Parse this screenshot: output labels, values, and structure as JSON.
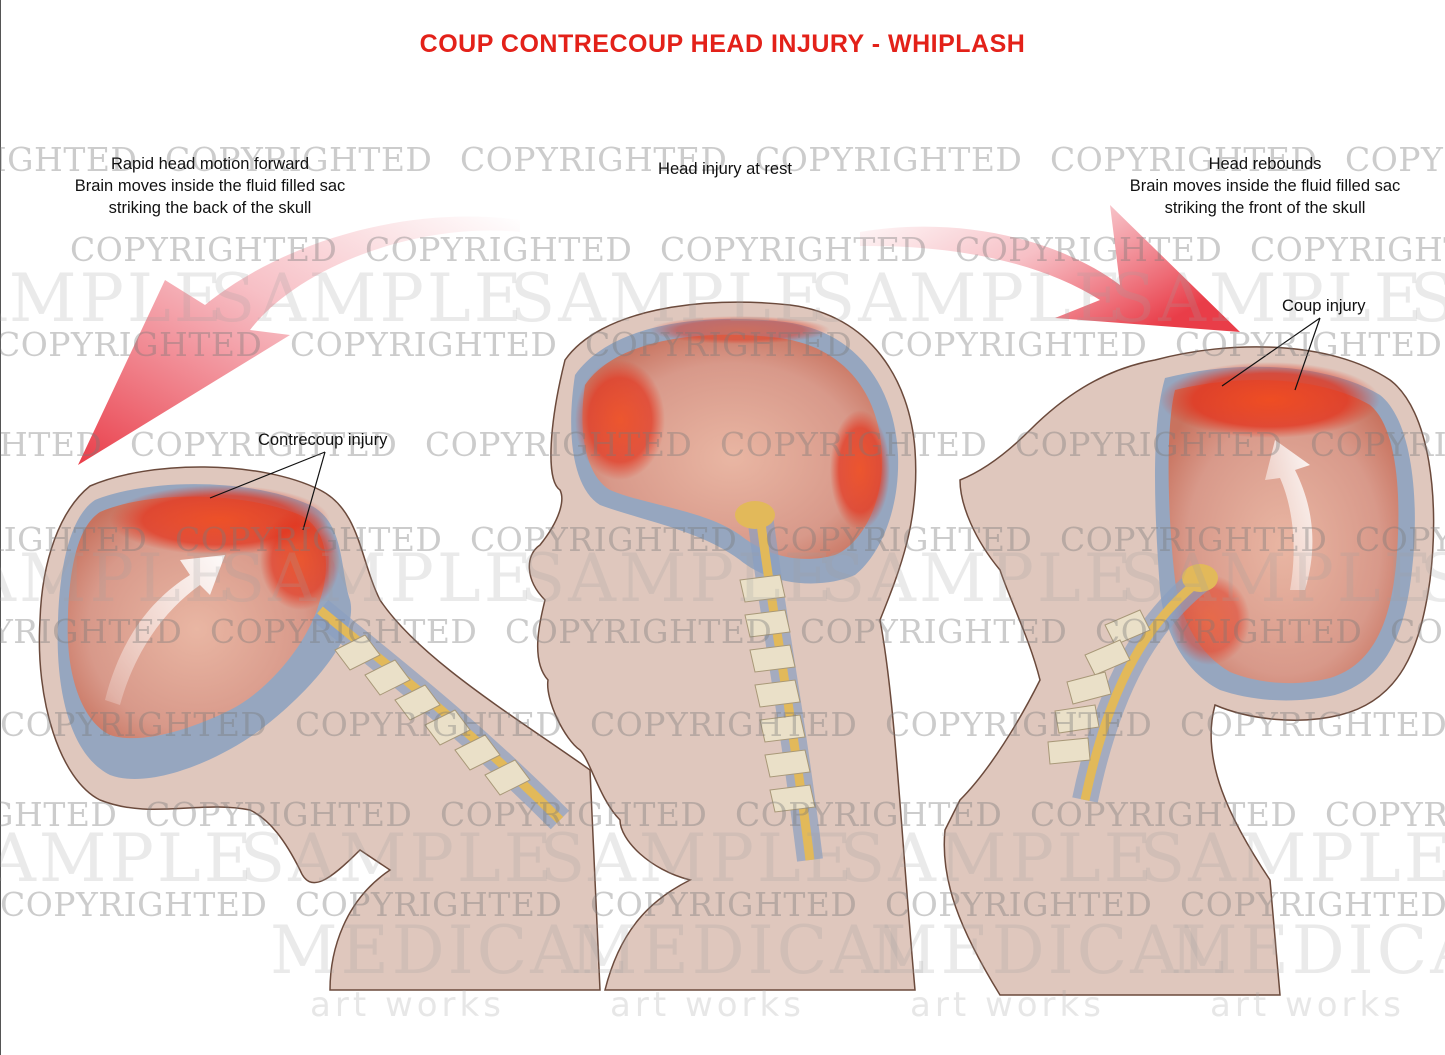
{
  "title": "COUP CONTRECOUP HEAD INJURY - WHIPLASH",
  "panels": {
    "left": {
      "caption": [
        "Rapid head motion forward",
        "Brain moves inside the fluid filled sac",
        "striking the back of the skull"
      ],
      "injury_label": "Contrecoup injury"
    },
    "center": {
      "caption": [
        "Head injury at rest"
      ]
    },
    "right": {
      "caption": [
        "Head rebounds",
        "Brain moves inside the fluid filled sac",
        "striking the front of the skull"
      ],
      "injury_label": "Coup injury"
    }
  },
  "watermarks": {
    "copyright": "COPYRIGHTED",
    "sample": "SAMPLE",
    "brand": "MEDICAL",
    "brand_sub": "art works"
  },
  "colors": {
    "title": "#e32119",
    "skin": "#dfc7bd",
    "csf": "#8aa0c0",
    "brain": "#d89a88",
    "brain_injury": "#e3361f",
    "spinal_cord": "#e2b95a",
    "vertebra": "#eae0c8",
    "arrow": "#e8495a"
  }
}
